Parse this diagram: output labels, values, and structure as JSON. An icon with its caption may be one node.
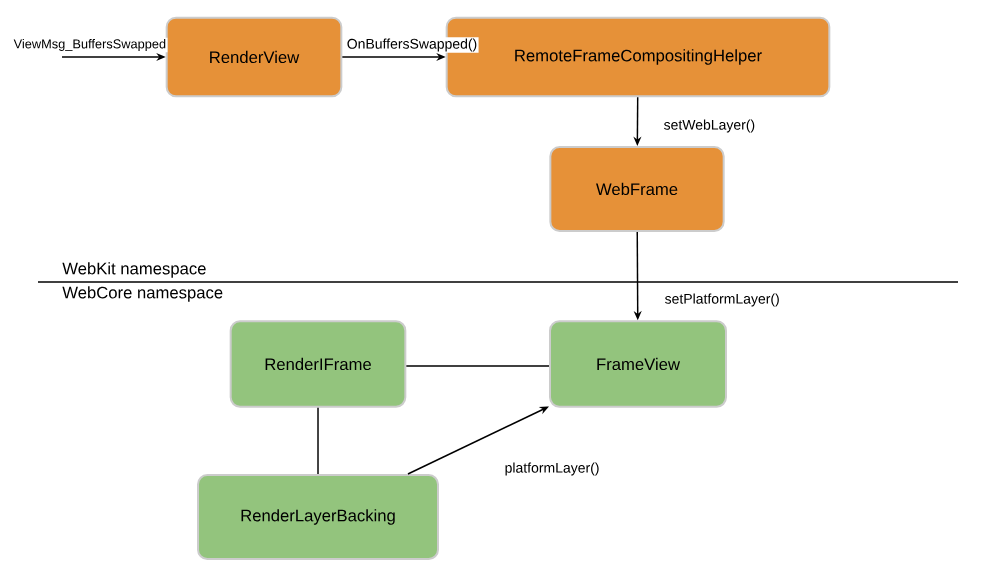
{
  "diagram": {
    "nodes": [
      {
        "text": [
          "RenderView"
        ]
      },
      {
        "text": [
          "RemoteFrameCompositingHelper"
        ]
      },
      {
        "text": [
          "WebFrame"
        ]
      },
      {
        "text": [
          "RenderIFrame"
        ]
      },
      {
        "text": [
          "FrameView"
        ]
      },
      {
        "text": [
          "RenderLayerBacking"
        ]
      }
    ],
    "edges": [
      {
        "from": null,
        "to": 0,
        "arrow": "to",
        "label": "ViewMsg_BuffersSwapped"
      },
      {
        "from": 0,
        "to": 1,
        "arrow": "to",
        "label": "OnBuffersSwapped()"
      },
      {
        "from": 1,
        "to": 2,
        "arrow": "to",
        "label": "setWebLayer()"
      },
      {
        "from": 2,
        "to": 4,
        "arrow": "to",
        "label": "setPlatformLayer()"
      },
      {
        "from": 3,
        "to": 4,
        "arrow": "none"
      },
      {
        "from": 3,
        "to": 5,
        "arrow": "none"
      },
      {
        "from": 5,
        "to": 4,
        "arrow": "to",
        "label": "platformLayer()"
      }
    ],
    "labels": [
      "WebKit namespace",
      "WebCore namespace"
    ]
  }
}
